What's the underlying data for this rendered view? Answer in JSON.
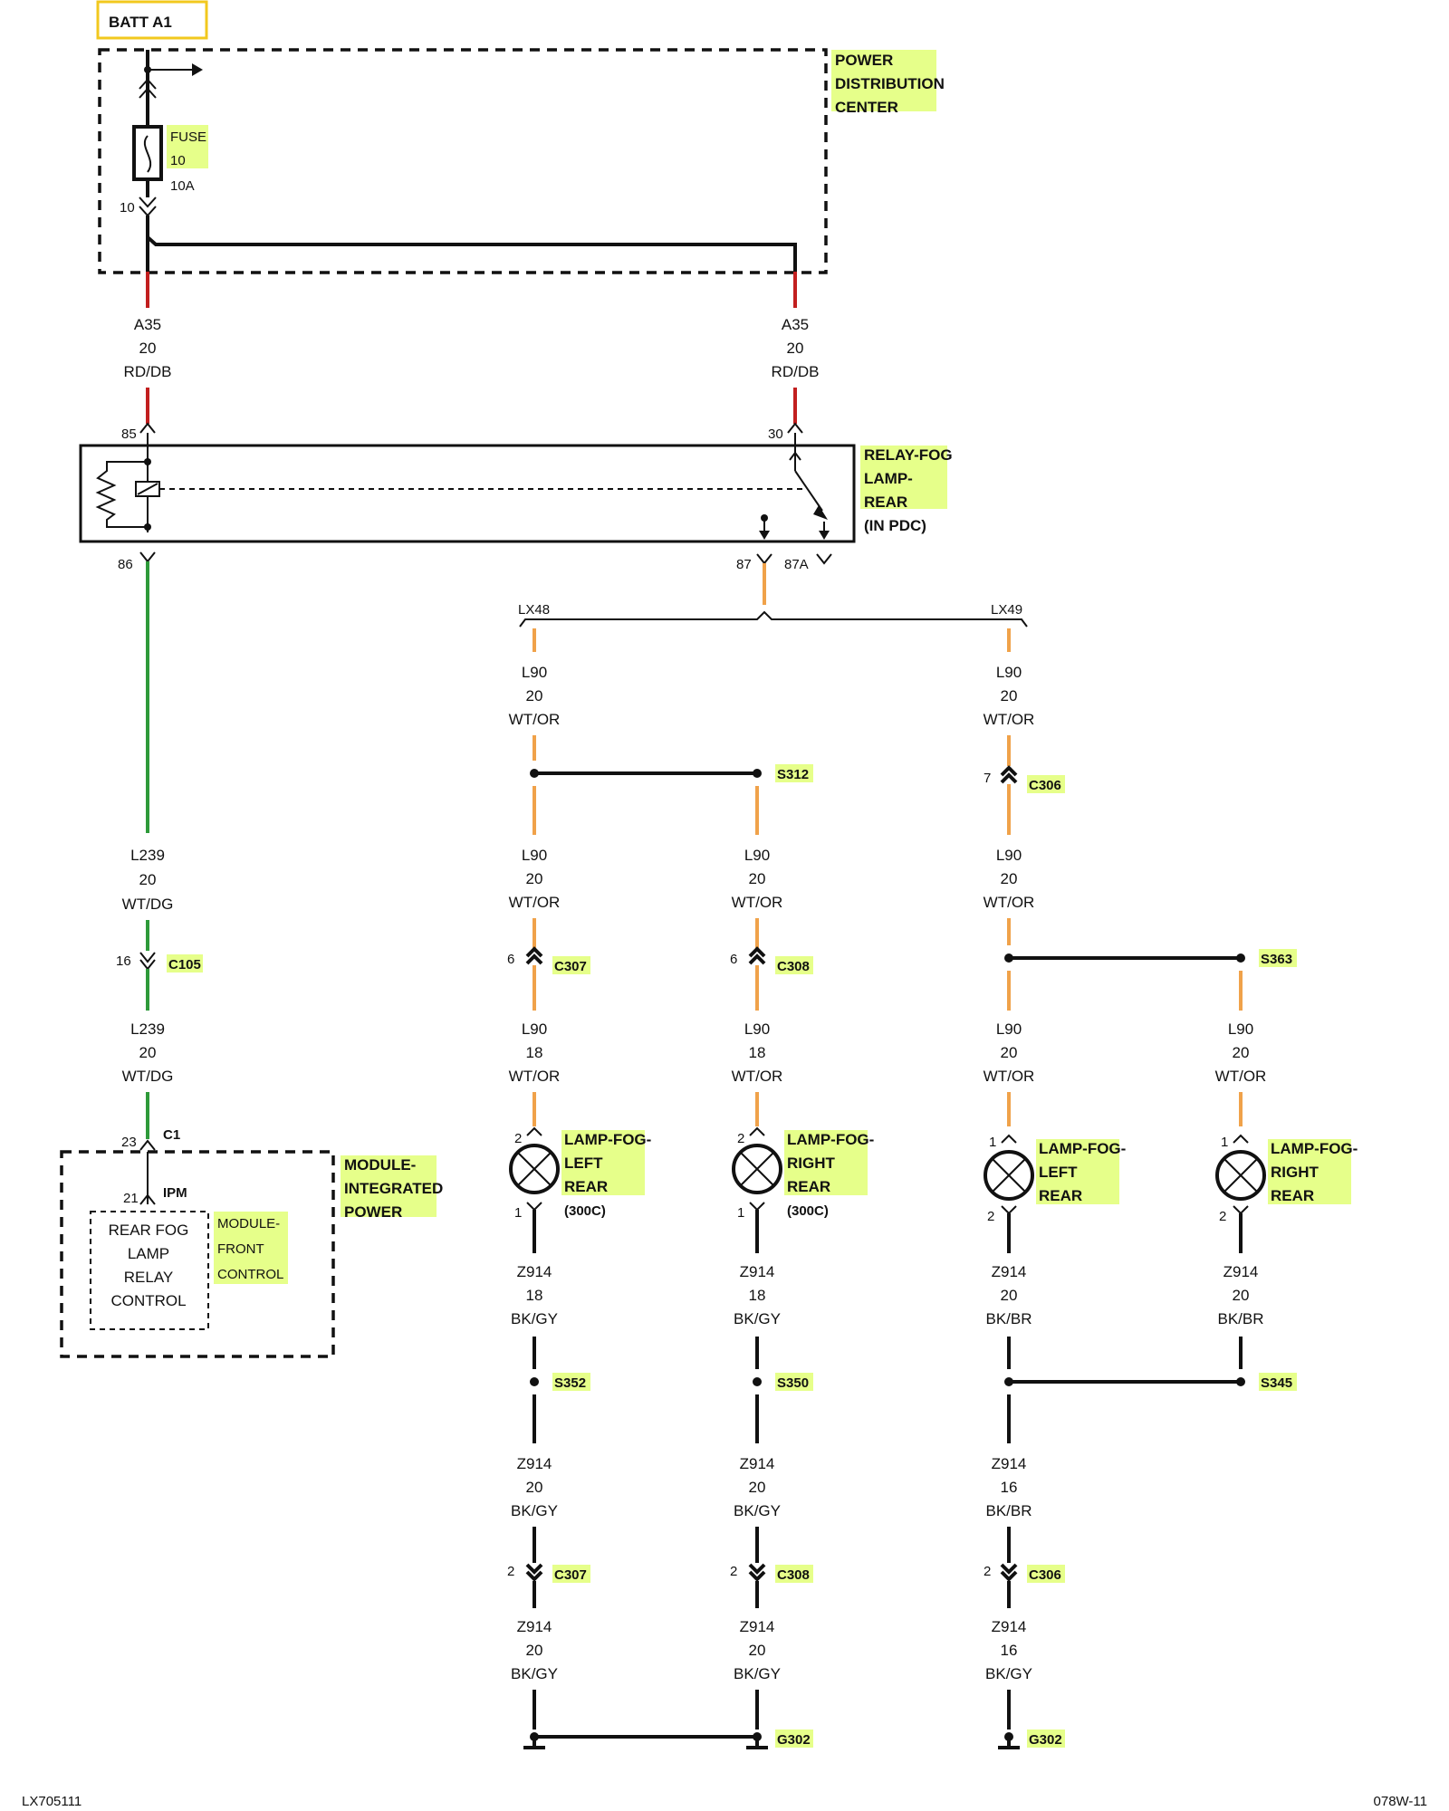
{
  "source": {
    "name": "BATT A1"
  },
  "pdc": {
    "lines": [
      "POWER",
      "DISTRIBUTION",
      "CENTER"
    ]
  },
  "fuse": {
    "label_lines": [
      "FUSE",
      "10"
    ],
    "rating": "10A",
    "pin": "10"
  },
  "wire_a35": {
    "circuit": "A35",
    "gauge": "20",
    "color": "RD/DB"
  },
  "relay": {
    "lines": [
      "RELAY-FOG",
      "LAMP-",
      "REAR",
      "(IN PDC)"
    ],
    "pins": {
      "p85": "85",
      "p30": "30",
      "p86": "86",
      "p87": "87",
      "p87a": "87A"
    }
  },
  "splices": {
    "left": "LX48",
    "right": "LX49"
  },
  "wire_l90_20": {
    "circuit": "L90",
    "gauge": "20",
    "color": "WT/OR"
  },
  "wire_l90_18": {
    "circuit": "L90",
    "gauge": "18",
    "color": "WT/OR"
  },
  "wire_l239": {
    "circuit": "L239",
    "gauge": "20",
    "color": "WT/DG"
  },
  "wire_z914_18_gy": {
    "circuit": "Z914",
    "gauge": "18",
    "color": "BK/GY"
  },
  "wire_z914_20_gy": {
    "circuit": "Z914",
    "gauge": "20",
    "color": "BK/GY"
  },
  "wire_z914_20_br": {
    "circuit": "Z914",
    "gauge": "20",
    "color": "BK/BR"
  },
  "wire_z914_16_br": {
    "circuit": "Z914",
    "gauge": "16",
    "color": "BK/BR"
  },
  "wire_z914_16_gy": {
    "circuit": "Z914",
    "gauge": "16",
    "color": "BK/GY"
  },
  "refs": {
    "s312": "S312",
    "s363": "S363",
    "s352": "S352",
    "s350": "S350",
    "s345": "S345",
    "c306": "C306",
    "c307": "C307",
    "c308": "C308",
    "c105": "C105",
    "c1": "C1",
    "g302": "G302",
    "ipm": "IPM"
  },
  "pins": {
    "p2": "2",
    "p1": "1",
    "p6": "6",
    "p7": "7",
    "p16": "16",
    "p21": "21",
    "p23": "23"
  },
  "module_ipm": {
    "lines": [
      "MODULE-",
      "INTEGRATED",
      "POWER"
    ]
  },
  "module_fc": {
    "lines": [
      "MODULE-",
      "FRONT",
      "CONTROL"
    ]
  },
  "fog_ctrl": {
    "lines": [
      "REAR FOG",
      "LAMP",
      "RELAY",
      "CONTROL"
    ]
  },
  "lamps": {
    "left_300c": {
      "lines": [
        "LAMP-FOG-",
        "LEFT",
        "REAR"
      ],
      "note": "(300C)"
    },
    "right_300c": {
      "lines": [
        "LAMP-FOG-",
        "RIGHT",
        "REAR"
      ],
      "note": "(300C)"
    },
    "left": {
      "lines": [
        "LAMP-FOG-",
        "LEFT",
        "REAR"
      ]
    },
    "right": {
      "lines": [
        "LAMP-FOG-",
        "RIGHT",
        "REAR"
      ]
    }
  },
  "footer": {
    "left": "LX705111",
    "right": "078W-11"
  },
  "colors": {
    "highlight": "#e6ff8a",
    "red_wire": "#c21f1f",
    "orange_wire": "#f0a24a",
    "green_wire": "#2e9a3a",
    "source_box": "#f2c81e"
  }
}
